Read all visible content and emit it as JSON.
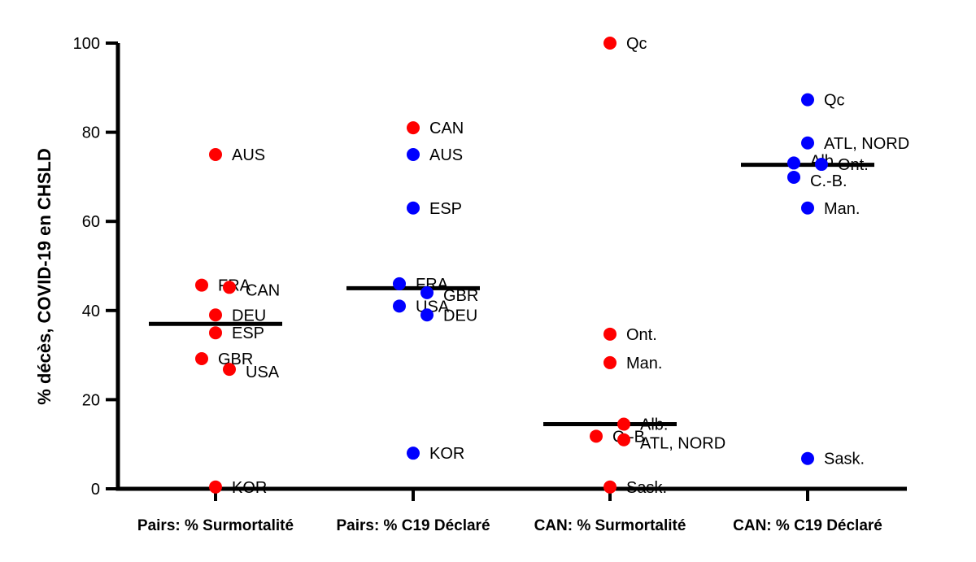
{
  "chart_data": {
    "type": "scatter",
    "ylabel": "% décès, COVID-19 en CHSLD",
    "xlabel": "",
    "ylim": [
      0,
      100
    ],
    "yticks": [
      0,
      20,
      40,
      60,
      80,
      100
    ],
    "grid": false,
    "categories": [
      "Pairs: % Surmortalité",
      "Pairs: % C19 Déclaré",
      "CAN: % Surmortalité",
      "CAN: % C19 Déclaré"
    ],
    "series": [
      {
        "category": "Pairs: % Surmortalité",
        "color": "#ff0000",
        "median": 37,
        "points": [
          {
            "label": "AUS",
            "y": 75
          },
          {
            "label": "FRA",
            "y": 45.7
          },
          {
            "label": "CAN",
            "y": 45.2
          },
          {
            "label": "DEU",
            "y": 39
          },
          {
            "label": "ESP",
            "y": 35
          },
          {
            "label": "GBR",
            "y": 29.2
          },
          {
            "label": "USA",
            "y": 26.8
          },
          {
            "label": "KOR",
            "y": 0.4
          }
        ]
      },
      {
        "category": "Pairs: % C19 Déclaré",
        "color": "#0000ff",
        "median": 45,
        "points": [
          {
            "label": "CAN",
            "y": 81,
            "color": "#ff0000"
          },
          {
            "label": "AUS",
            "y": 75
          },
          {
            "label": "ESP",
            "y": 63
          },
          {
            "label": "FRA",
            "y": 46
          },
          {
            "label": "GBR",
            "y": 44
          },
          {
            "label": "USA",
            "y": 41
          },
          {
            "label": "DEU",
            "y": 39
          },
          {
            "label": "KOR",
            "y": 8
          }
        ]
      },
      {
        "category": "CAN: % Surmortalité",
        "color": "#ff0000",
        "median": 14.5,
        "points": [
          {
            "label": "Qc",
            "y": 100
          },
          {
            "label": "Ont.",
            "y": 34.7
          },
          {
            "label": "Man.",
            "y": 28.3
          },
          {
            "label": "Alb.",
            "y": 14.5
          },
          {
            "label": "C.-B.",
            "y": 11.8
          },
          {
            "label": "ATL, NORD",
            "y": 11
          },
          {
            "label": "Sask.",
            "y": 0.4
          }
        ]
      },
      {
        "category": "CAN: % C19 Déclaré",
        "color": "#0000ff",
        "median": 72.7,
        "points": [
          {
            "label": "Qc",
            "y": 87.3
          },
          {
            "label": "ATL, NORD",
            "y": 77.6
          },
          {
            "label": "Alb.",
            "y": 73.1
          },
          {
            "label": "Ont.",
            "y": 72.8
          },
          {
            "label": "C.-B.",
            "y": 69.9
          },
          {
            "label": "Man.",
            "y": 63
          },
          {
            "label": "Sask.",
            "y": 6.8
          }
        ]
      }
    ]
  }
}
